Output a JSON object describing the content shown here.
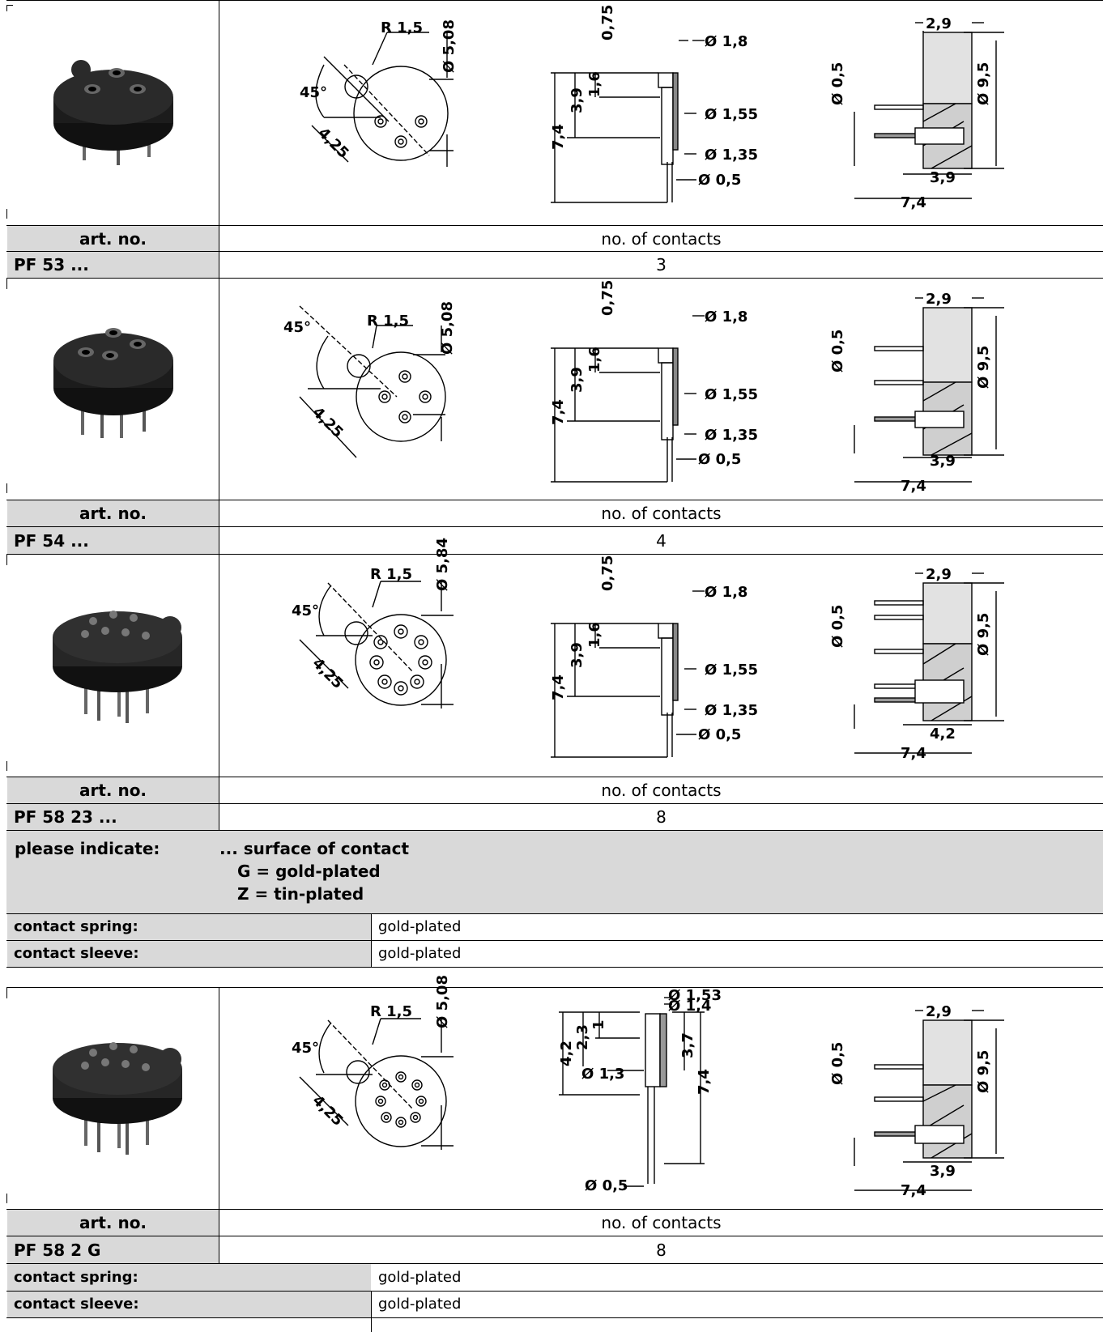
{
  "sections": [
    {
      "art_no_label": "art. no.",
      "contacts_label": "no. of contacts",
      "art_no": "PF 53 ...",
      "contacts": "3",
      "pcd": "Ø 5,08",
      "step_dim": "3,9"
    },
    {
      "art_no_label": "art. no.",
      "contacts_label": "no. of contacts",
      "art_no": "PF 54 ...",
      "contacts": "4",
      "pcd": "Ø 5,08",
      "step_dim": "3,9"
    },
    {
      "art_no_label": "art. no.",
      "contacts_label": "no. of contacts",
      "art_no": "PF 58 23 ...",
      "contacts": "8",
      "pcd": "Ø 5,84",
      "step_dim": "4,2"
    },
    {
      "art_no_label": "art. no.",
      "contacts_label": "no. of contacts",
      "art_no": "PF 58 2 G",
      "contacts": "8",
      "pcd": "Ø 5,08",
      "step_dim": "3,9"
    }
  ],
  "dims": {
    "radius": "R 1,5",
    "angle": "45°",
    "offset": "4,25",
    "d18": "Ø 1,8",
    "d155": "Ø 1,55",
    "d135": "Ø 1,35",
    "d05": "Ø 0,5",
    "l075": "0,75",
    "l16": "1,6",
    "l39": "3,9",
    "l74": "7,4",
    "w29": "2,9",
    "h95": "Ø 9,5",
    "d153": "Ø 1,53",
    "d14": "Ø 1,4",
    "d13": "Ø 1,3",
    "l42": "4,2",
    "l23": "2,3",
    "l1": "1",
    "l37": "3,7"
  },
  "indicate": {
    "label": "please indicate:",
    "line1": "... surface of contact",
    "line2": "G = gold-plated",
    "line3": "Z = tin-plated"
  },
  "materials1": {
    "spring_label": "contact spring:",
    "spring_value": "gold-plated",
    "sleeve_label": "contact sleeve:",
    "sleeve_value": "gold-plated"
  },
  "materials2": {
    "spring_label": "contact spring:",
    "spring_value": "gold-plated",
    "sleeve_label": "contact sleeve:",
    "sleeve_value": "gold-plated"
  }
}
